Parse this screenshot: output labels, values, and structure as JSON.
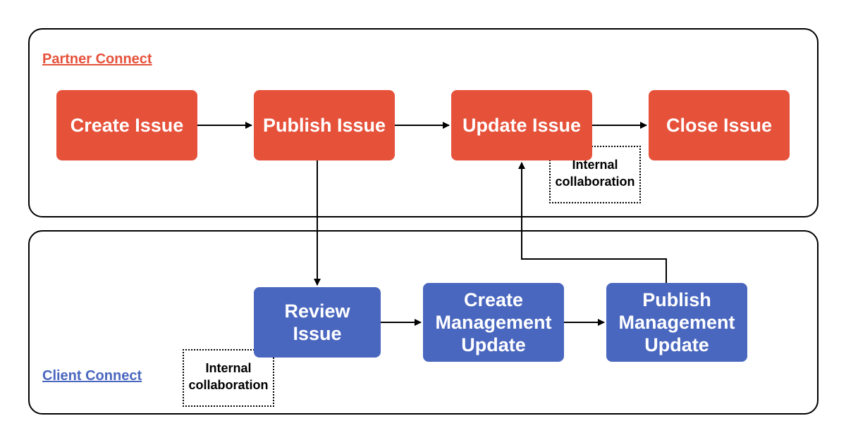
{
  "colors": {
    "partner": "#E6513A",
    "client": "#4A67BF",
    "line": "#000000"
  },
  "partner_lane": {
    "title": "Partner Connect",
    "steps": {
      "create": "Create Issue",
      "publish": "Publish Issue",
      "update": "Update Issue",
      "close": "Close Issue"
    },
    "note": {
      "line1": "Internal",
      "line2": "collaboration"
    }
  },
  "client_lane": {
    "title": "Client Connect",
    "steps": {
      "review": {
        "line1": "Review",
        "line2": "Issue"
      },
      "create_mgmt": {
        "line1": "Create",
        "line2": "Management",
        "line3": "Update"
      },
      "publish_mgmt": {
        "line1": "Publish",
        "line2": "Management",
        "line3": "Update"
      }
    },
    "note": {
      "line1": "Internal",
      "line2": "collaboration"
    }
  }
}
